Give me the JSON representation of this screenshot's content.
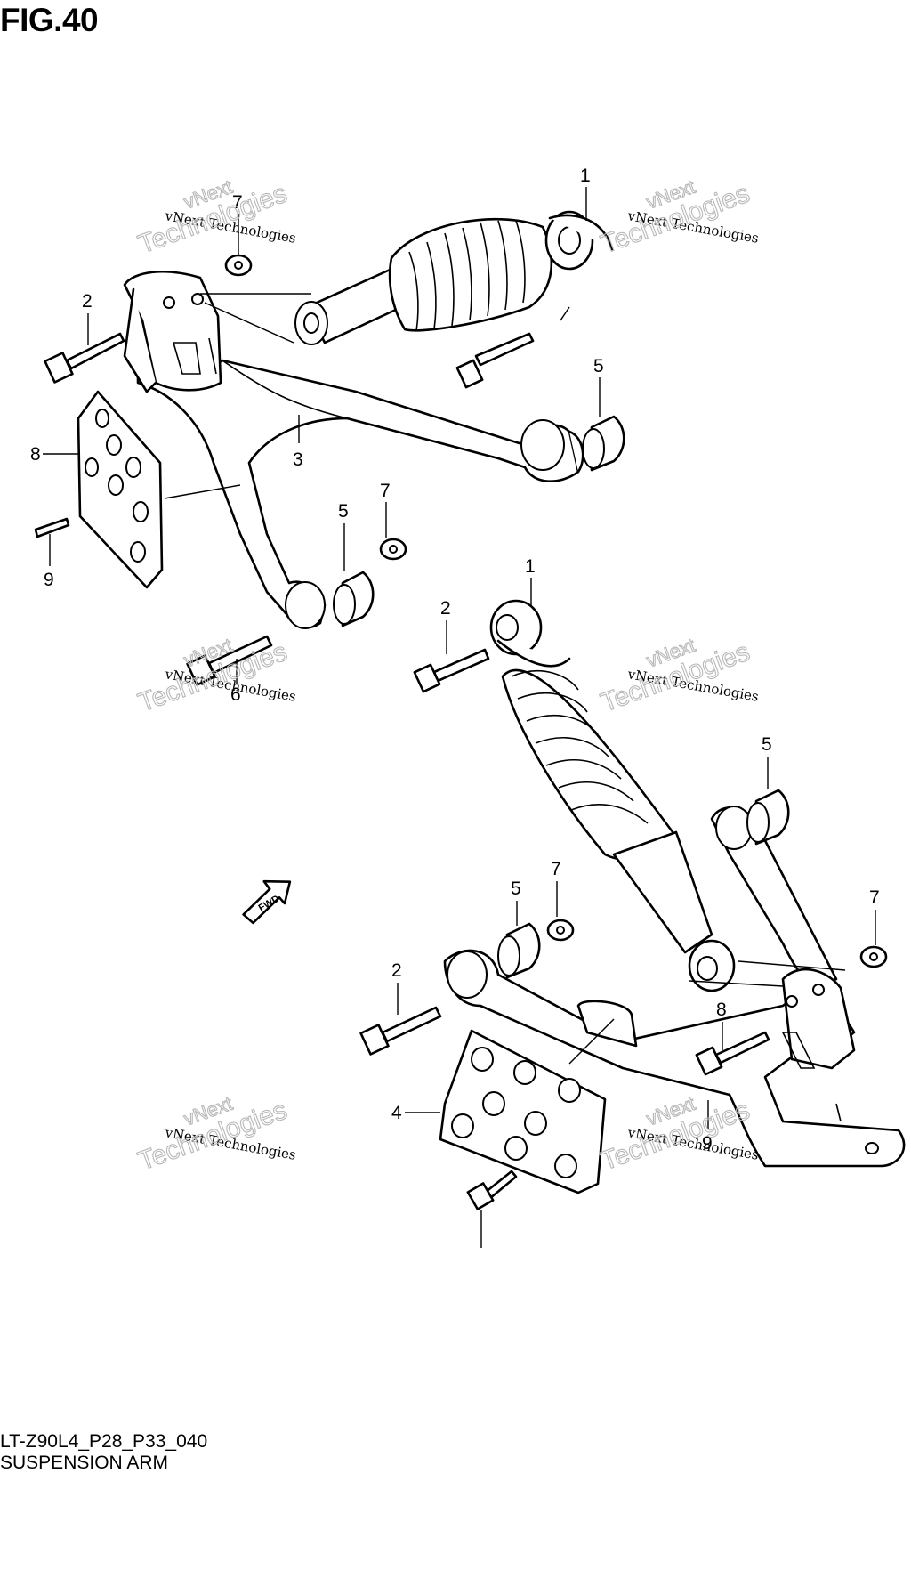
{
  "figure": {
    "title": "FIG.40",
    "code": "LT-Z90L4_P28_P33_040",
    "name": "SUSPENSION ARM"
  },
  "arrow_label": "FWD",
  "watermark": {
    "line_a": "vNext Technologies",
    "line_b": "Technologies",
    "line_c": "vNext"
  },
  "callouts": [
    {
      "id": "c1a",
      "label": "1"
    },
    {
      "id": "c7a",
      "label": "7"
    },
    {
      "id": "c2a",
      "label": "2"
    },
    {
      "id": "c5a",
      "label": "5"
    },
    {
      "id": "c8a",
      "label": "8"
    },
    {
      "id": "c3",
      "label": "3"
    },
    {
      "id": "c5b",
      "label": "5"
    },
    {
      "id": "c7b",
      "label": "7"
    },
    {
      "id": "c9a",
      "label": "9"
    },
    {
      "id": "c6",
      "label": "6"
    },
    {
      "id": "c1b",
      "label": "1"
    },
    {
      "id": "c2b",
      "label": "2"
    },
    {
      "id": "c5c",
      "label": "5"
    },
    {
      "id": "c5d",
      "label": "5"
    },
    {
      "id": "c7c",
      "label": "7"
    },
    {
      "id": "c7d",
      "label": "7"
    },
    {
      "id": "c2c",
      "label": "2"
    },
    {
      "id": "c8b",
      "label": "8"
    },
    {
      "id": "c4",
      "label": "4"
    },
    {
      "id": "c9b",
      "label": "9"
    }
  ]
}
